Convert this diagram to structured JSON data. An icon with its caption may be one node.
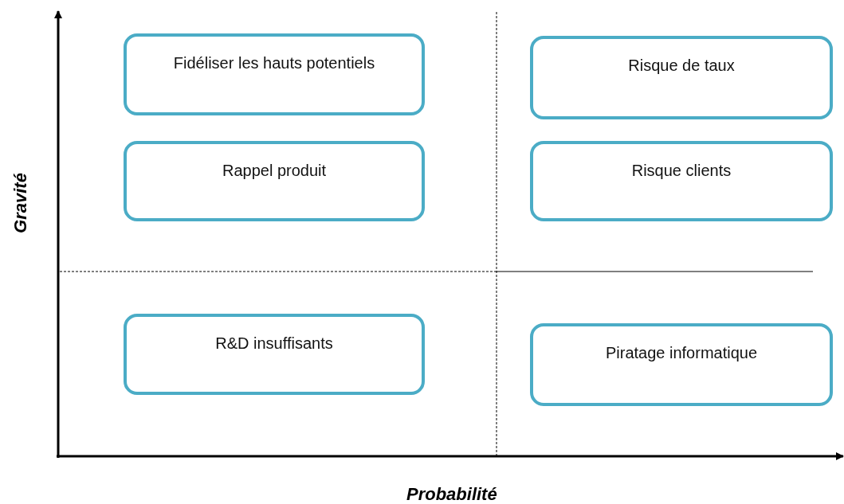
{
  "diagram": {
    "nodes": [
      {
        "text": [
          "Fidéliser les hauts potentiels"
        ]
      },
      {
        "text": [
          "Risque de taux"
        ]
      },
      {
        "text": [
          "Rappel produit"
        ]
      },
      {
        "text": [
          "Risque clients"
        ]
      },
      {
        "text": [
          "R&D insuffisants"
        ]
      },
      {
        "text": [
          "Piratage informatique"
        ]
      }
    ],
    "labels": [
      "Gravité",
      "Probabilité"
    ]
  }
}
